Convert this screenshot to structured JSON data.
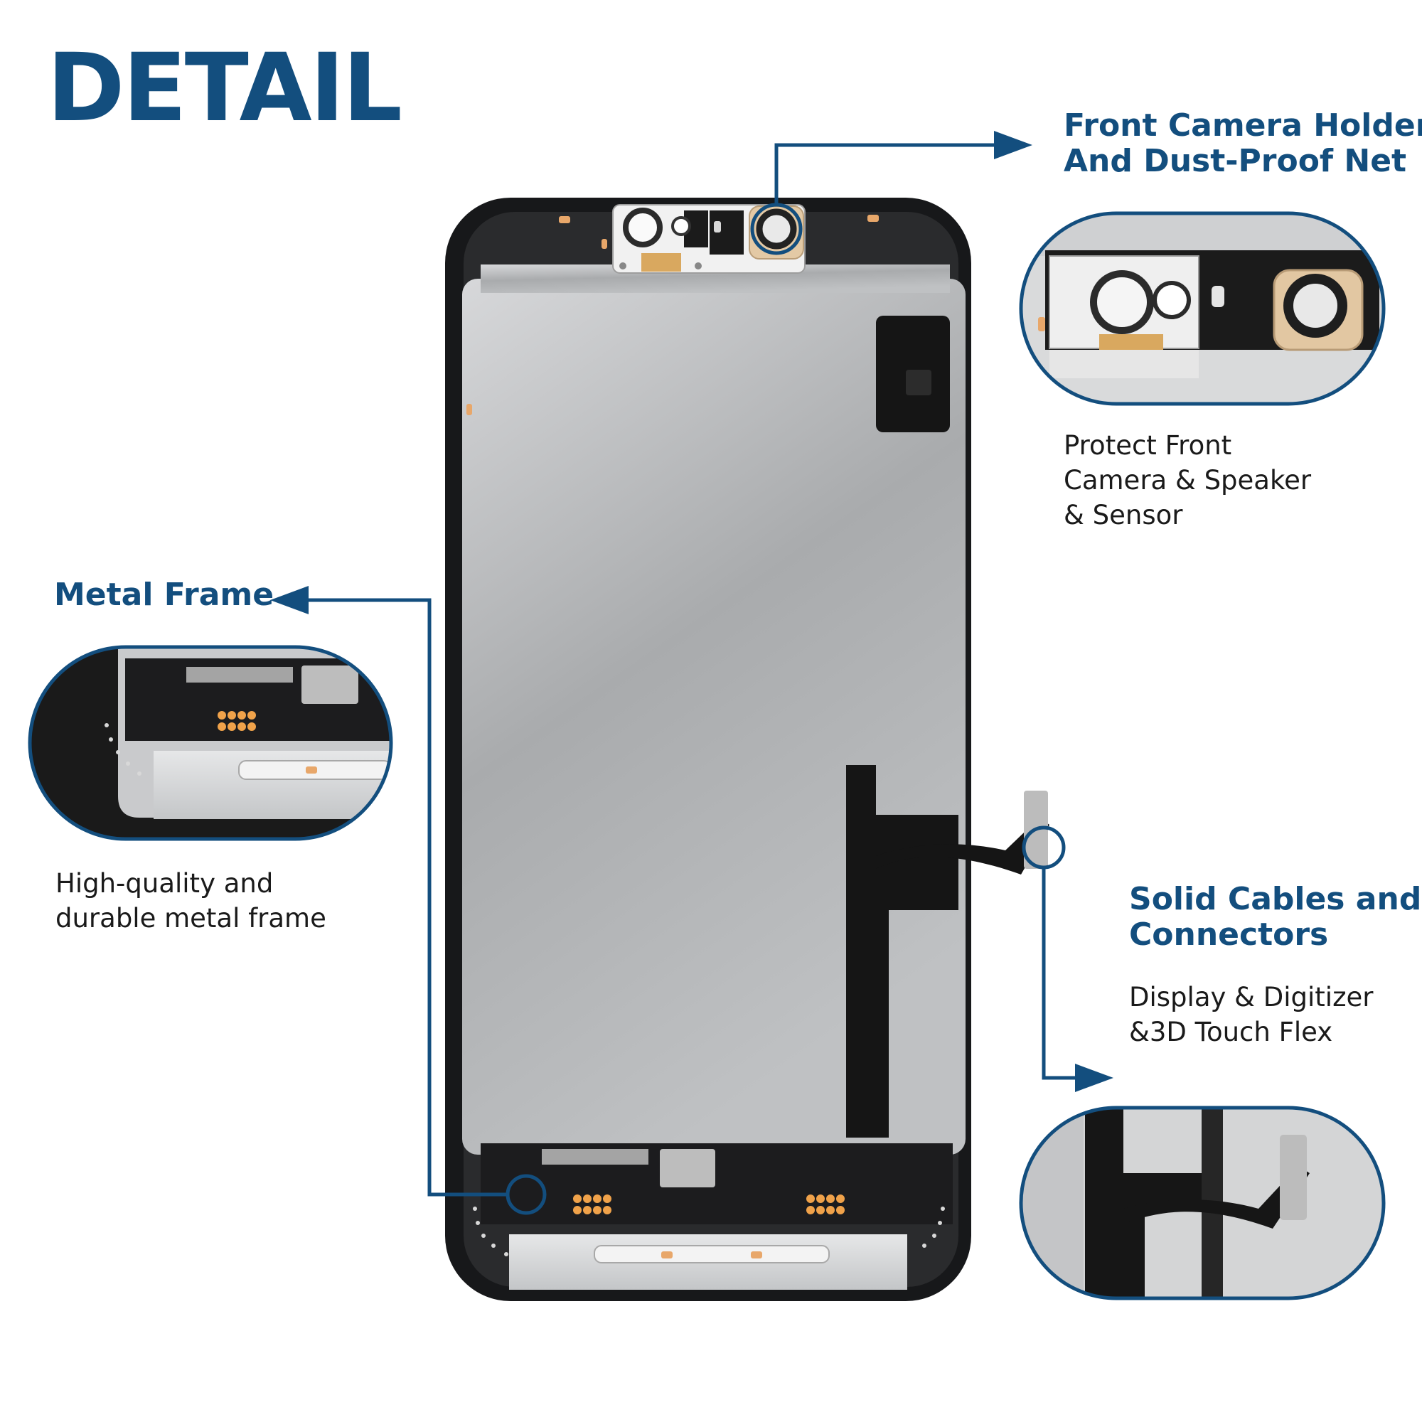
{
  "title": "DETAIL",
  "accent_color": "#134e7e",
  "callouts": {
    "front_camera": {
      "heading": [
        "Front Camera Holder",
        "And Dust-Proof Net"
      ],
      "description": [
        "Protect Front",
        "Camera & Speaker",
        "& Sensor"
      ]
    },
    "metal_frame": {
      "heading": [
        "Metal Frame"
      ],
      "description": [
        "High-quality and",
        "durable metal frame"
      ]
    },
    "cables": {
      "heading": [
        "Solid Cables and",
        "Connectors"
      ],
      "description": [
        "Display & Digitizer",
        "&3D Touch Flex"
      ]
    }
  }
}
